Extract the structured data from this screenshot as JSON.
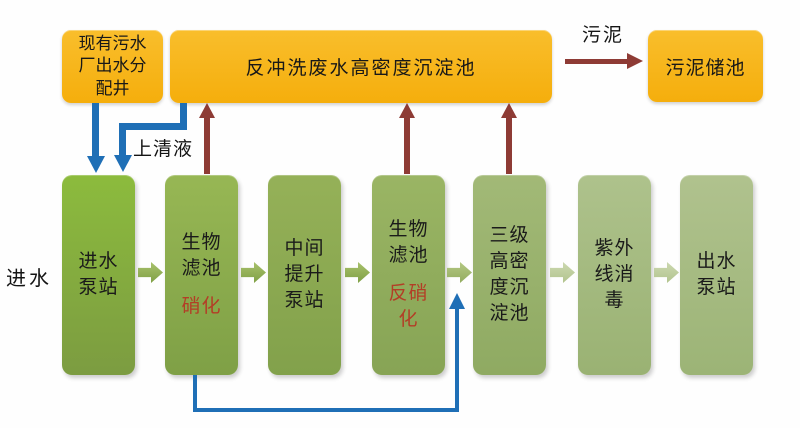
{
  "top_row": {
    "distribution_well": "现有污水\n厂出水分\n配井",
    "backwash_tank": "反冲洗废水高密度沉淀池",
    "sludge_label": "污泥",
    "sludge_tank": "污泥储池"
  },
  "labels": {
    "influent": "进水",
    "supernatant": "上清液"
  },
  "process_boxes": [
    {
      "label": "进水\n泵站"
    },
    {
      "label": "生物\n滤池",
      "sub": "硝化"
    },
    {
      "label": "中间\n提升\n泵站"
    },
    {
      "label": "生物\n滤池",
      "sub": "反硝\n化"
    },
    {
      "label": "三级\n高密\n度沉\n淀池"
    },
    {
      "label": "紫外\n线消\n毒"
    },
    {
      "label": "出水\n泵站"
    }
  ],
  "colors": {
    "orange_box": "#f7b416",
    "green_box_dark": "#8cbb3d",
    "green_box_light": "#aec28c",
    "green_arrow": "#7fa045",
    "blue_arrow": "#1f6fb6",
    "dark_red_arrow": "#8e3b35",
    "red_text": "#b33e26",
    "text": "#1a1a1a"
  }
}
